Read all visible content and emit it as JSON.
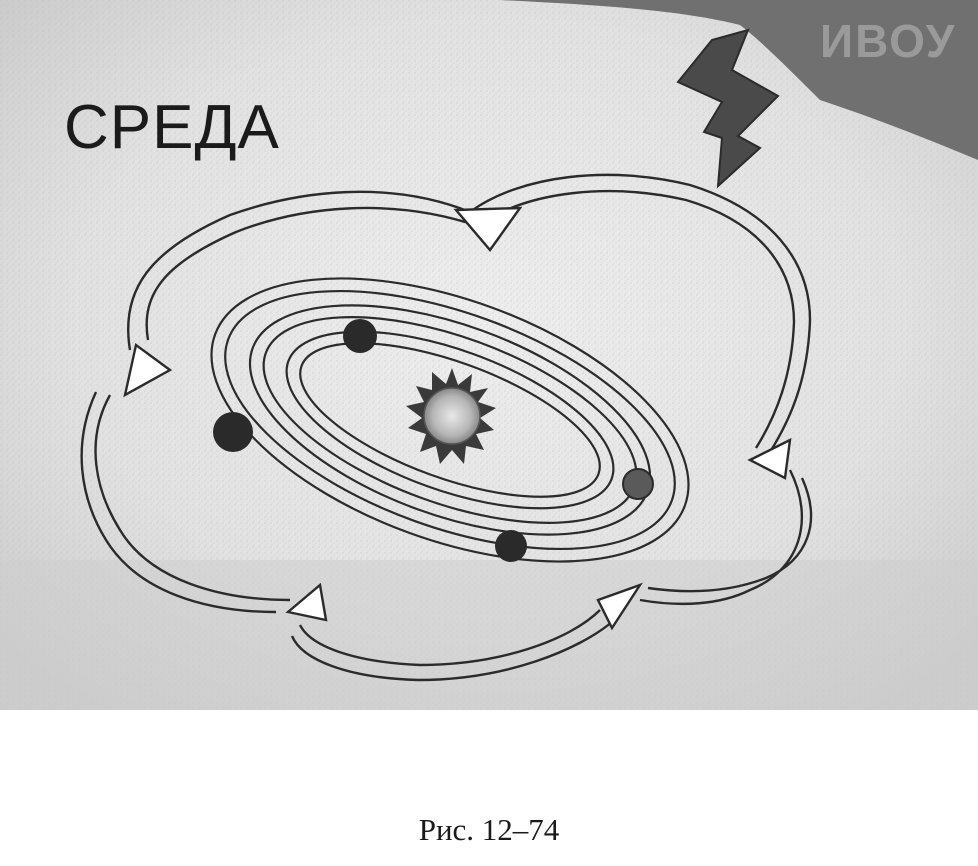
{
  "diagram": {
    "label_environment": "СРЕДА",
    "label_corner": "ИВОУ",
    "caption": "Рис. 12–74",
    "colors": {
      "background_light": "#e6e6e6",
      "background_mid": "#cfcfcf",
      "corner_region": "#6e6e6e",
      "lines": "#2b2b2b",
      "planet": "#2a2a2a",
      "sun": "#bdbdbd"
    },
    "icons": [
      "sun-icon",
      "planet-icon",
      "lightning-arrow-icon",
      "hollow-arrow-icon"
    ]
  }
}
